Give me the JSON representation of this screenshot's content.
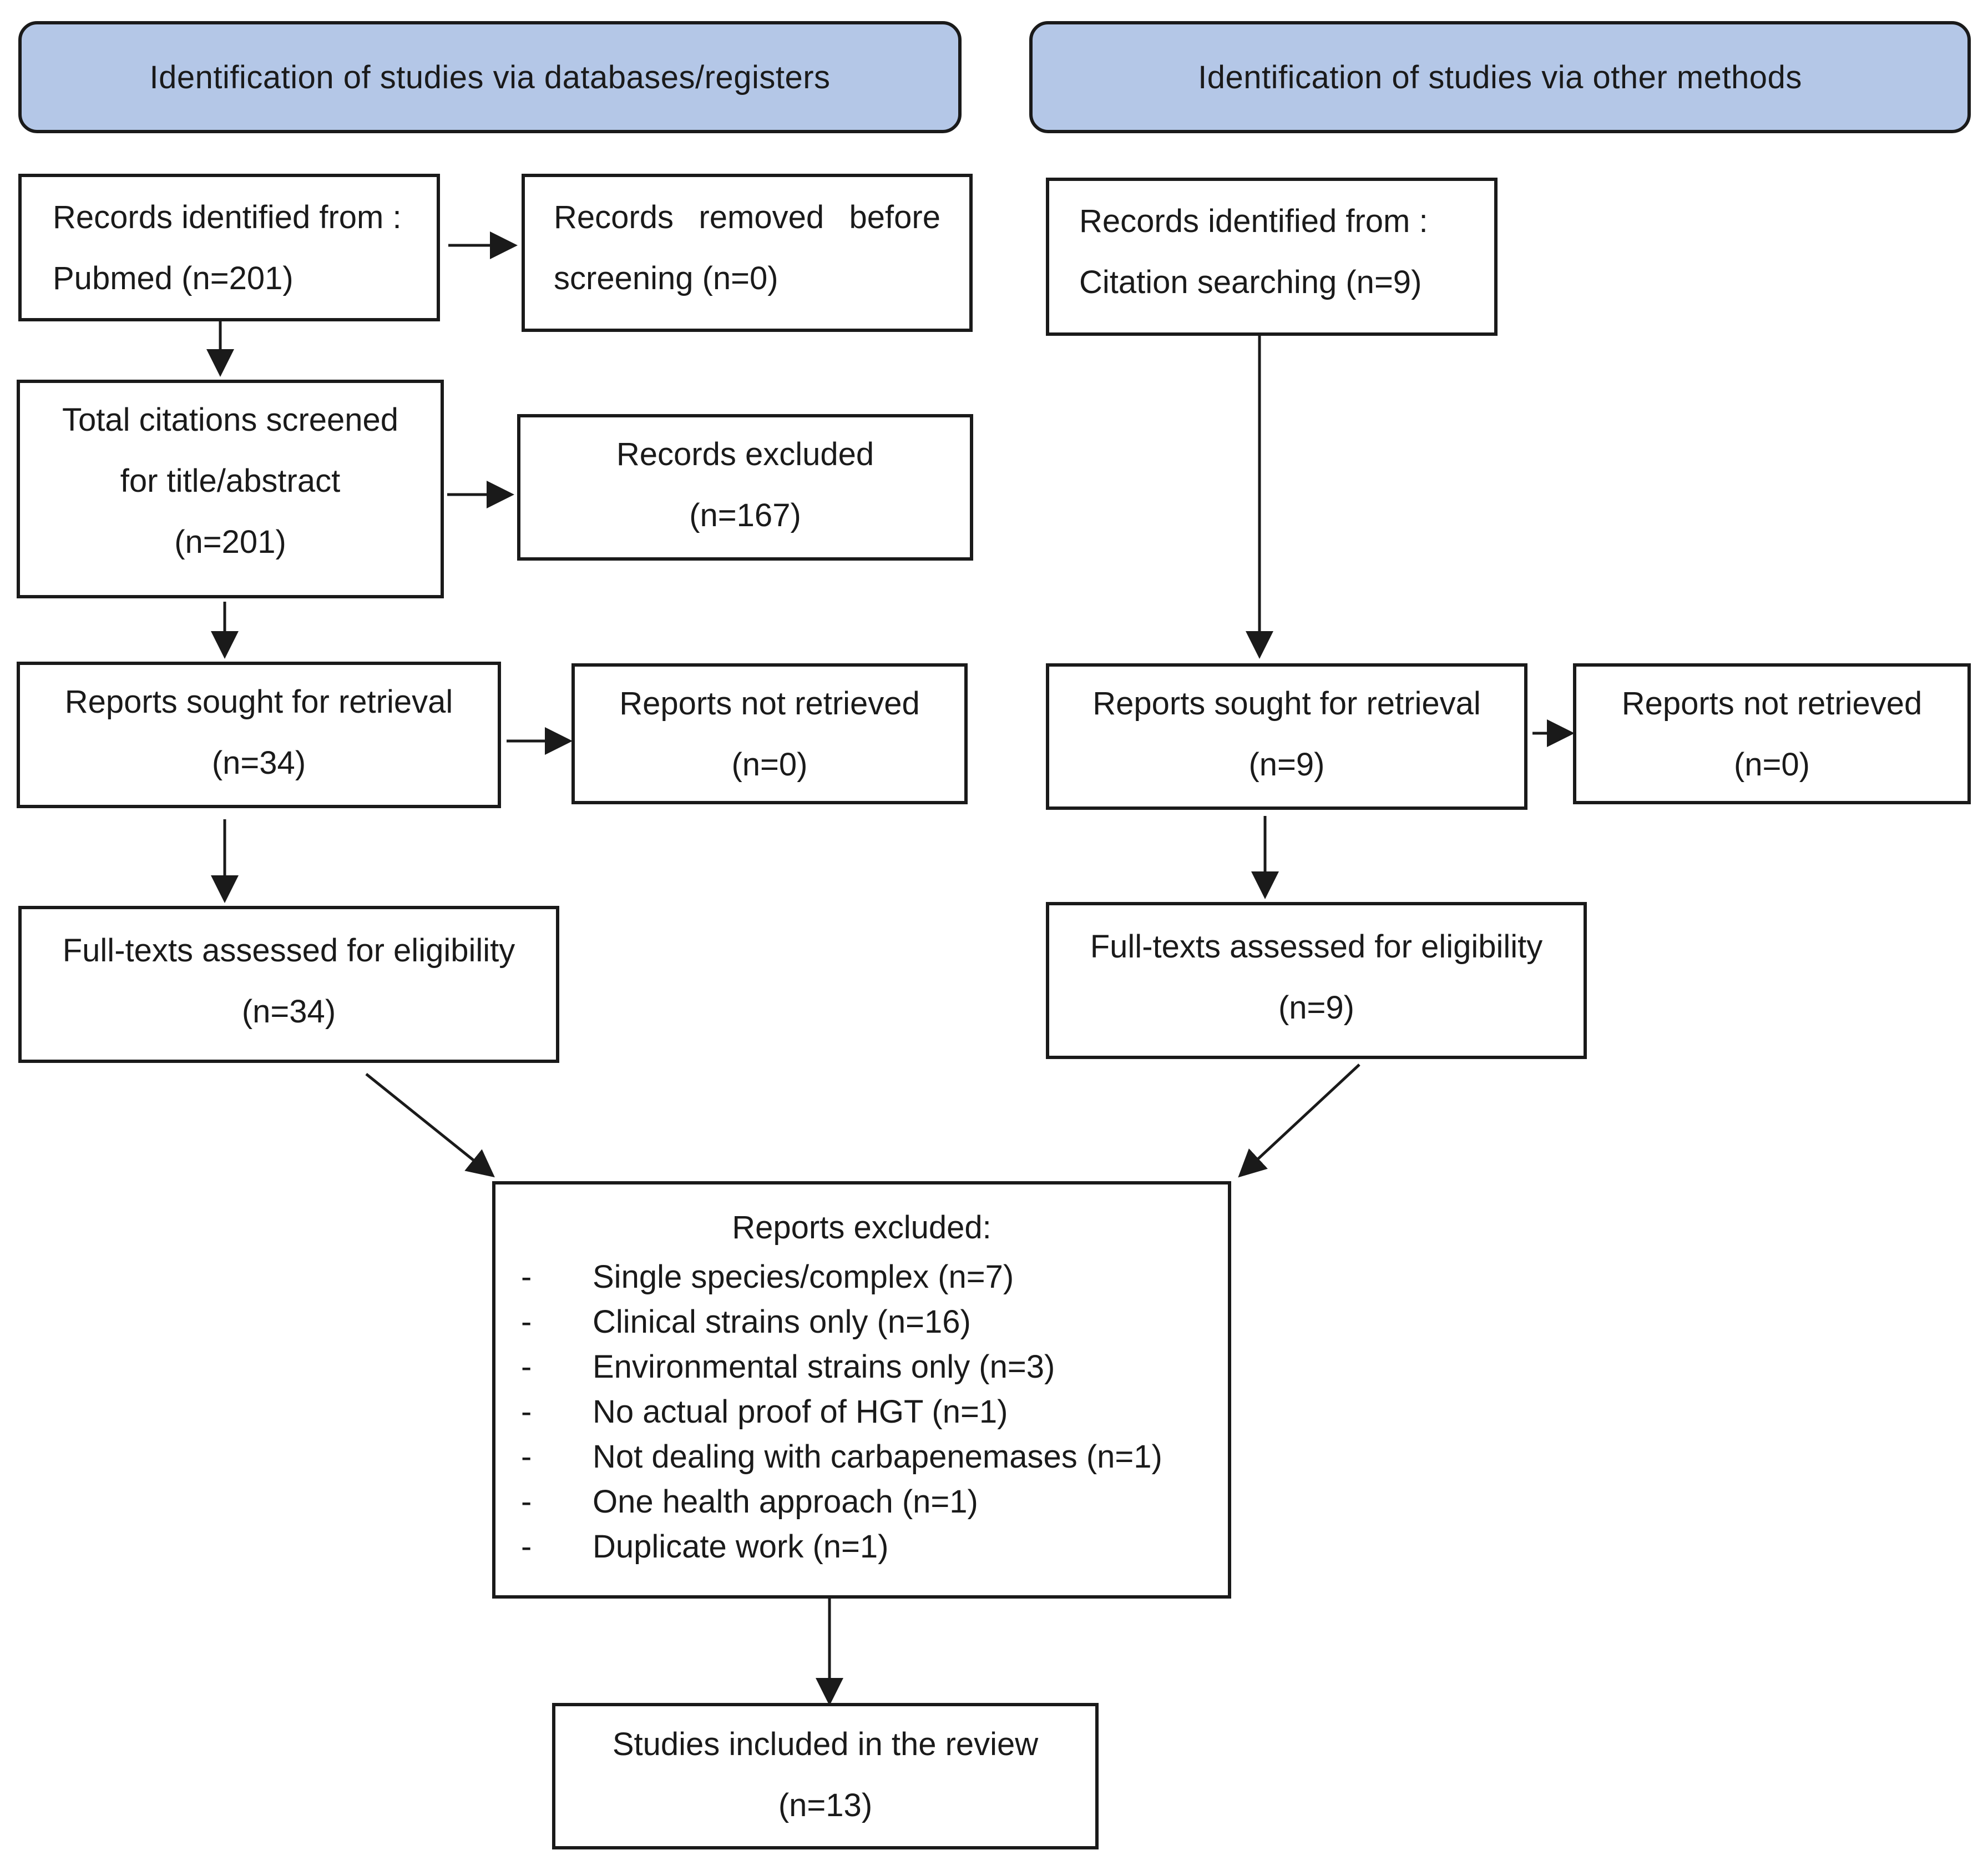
{
  "headers": {
    "databases": "Identification of studies via databases/registers",
    "other": "Identification of studies via other methods"
  },
  "left": {
    "identified": {
      "line1": "Records identified from :",
      "line2": "Pubmed (n=201)"
    },
    "removed": {
      "line1": "Records  removed  before",
      "line2": "screening (n=0)"
    },
    "screened": {
      "line1": "Total citations screened",
      "line2": "for title/abstract",
      "line3": "(n=201)"
    },
    "excluded": {
      "line1": "Records excluded",
      "line2": "(n=167)"
    },
    "sought": {
      "line1": "Reports sought for retrieval",
      "line2": "(n=34)"
    },
    "not_retrieved": {
      "line1": "Reports not retrieved",
      "line2": "(n=0)"
    },
    "fulltext": {
      "line1": "Full-texts assessed for eligibility",
      "line2": "(n=34)"
    }
  },
  "right": {
    "identified": {
      "line1": "Records identified from :",
      "line2": "Citation searching (n=9)"
    },
    "sought": {
      "line1": "Reports sought for retrieval",
      "line2": "(n=9)"
    },
    "not_retrieved": {
      "line1": "Reports not retrieved",
      "line2": "(n=0)"
    },
    "fulltext": {
      "line1": "Full-texts assessed for eligibility",
      "line2": "(n=9)"
    }
  },
  "reports_excluded": {
    "title": "Reports excluded:",
    "bullet": "-",
    "items": [
      "Single species/complex (n=7)",
      "Clinical strains only (n=16)",
      "Environmental strains only (n=3)",
      "No actual proof of HGT (n=1)",
      "Not dealing with carbapenemases (n=1)",
      "One health approach (n=1)",
      "Duplicate work (n=1)"
    ]
  },
  "included": {
    "line1": "Studies included in the review",
    "line2": "(n=13)"
  }
}
